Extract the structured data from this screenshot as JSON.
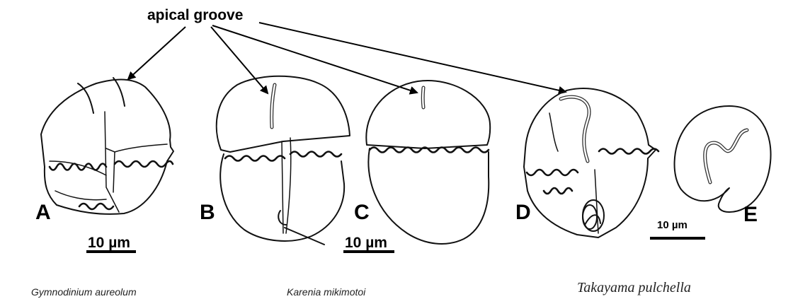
{
  "callout": {
    "label": "apical groove"
  },
  "panels": [
    {
      "letter": "A"
    },
    {
      "letter": "B"
    },
    {
      "letter": "C"
    },
    {
      "letter": "D"
    },
    {
      "letter": "E"
    }
  ],
  "scale_bars": [
    {
      "label": "10 µm"
    },
    {
      "label": "10 µm"
    },
    {
      "label": "10 µm"
    }
  ],
  "species": [
    {
      "name": "Gymnodinium aureolum"
    },
    {
      "name": "Karenia mikimotoi"
    },
    {
      "name": "Takayama pulchella"
    }
  ],
  "colors": {
    "ink": "#111111",
    "background": "#ffffff"
  }
}
